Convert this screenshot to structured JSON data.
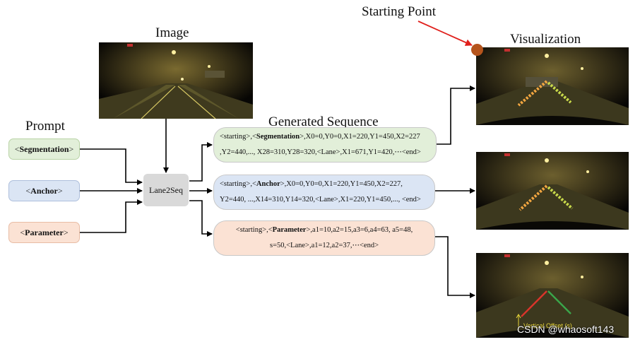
{
  "titles": {
    "image": "Image",
    "prompt": "Prompt",
    "generated_sequence": "Generated Sequence",
    "visualization": "Visualization",
    "starting_point": "Starting Point"
  },
  "prompts": [
    {
      "open": "<",
      "label": "Segmentation",
      "close": ">"
    },
    {
      "open": "<",
      "label": "Anchor",
      "close": ">"
    },
    {
      "open": "<",
      "label": "Parameter",
      "close": ">"
    }
  ],
  "model_label": "Lane2Seq",
  "sequences": {
    "segmentation": {
      "line1_pre": "<starting>,<",
      "line1_bold": "Segmentation",
      "line1_post": ">,X0=0,Y0=0,X1=220,Y1=450,X2=227",
      "line2": ",Y2=440,..., X28=310,Y28=320,<Lane>,X1=671,Y1=420,⋯<end>"
    },
    "anchor": {
      "line1_pre": "<starting>,<",
      "line1_bold": "Anchor",
      "line1_post": ">,X0=0,Y0=0,X1=220,Y1=450,X2=227,",
      "line2": "Y2=440, ...,X14=310,Y14=320,<Lane>,X1=220,Y1=450,..., <end>"
    },
    "parameter": {
      "line1_pre": "<starting>,<",
      "line1_bold": "Parameter",
      "line1_post": ">,a1=10,a2=15,a3=6,a4=63, a5=48,",
      "line2": "s=50,<Lane>,a1=12,a2=37,⋯<end>"
    }
  },
  "vertical_offset_label": "Vertical Offset (s)",
  "watermark": "CSDN @whaosoft143",
  "colors": {
    "green_box": "#e2efd9",
    "blue_box": "#dbe5f4",
    "peach_box": "#fbe2d4",
    "model_box": "#d9d9d9",
    "starting_point_dot": "#b5541c",
    "starting_arrow": "#e0201c",
    "lane_orange": "#f2a640",
    "lane_yellow_green": "#c8d94a",
    "lane_red": "#d9342b",
    "lane_green": "#3aa64b"
  }
}
